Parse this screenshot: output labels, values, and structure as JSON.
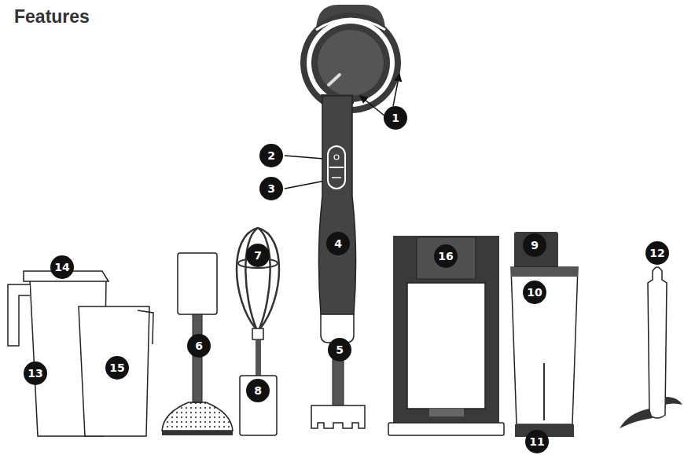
{
  "diagram": {
    "title": "Features",
    "labels": [
      "1",
      "2",
      "3",
      "4",
      "5",
      "6",
      "7",
      "8",
      "9",
      "10",
      "11",
      "12",
      "13",
      "14",
      "15",
      "16"
    ]
  }
}
